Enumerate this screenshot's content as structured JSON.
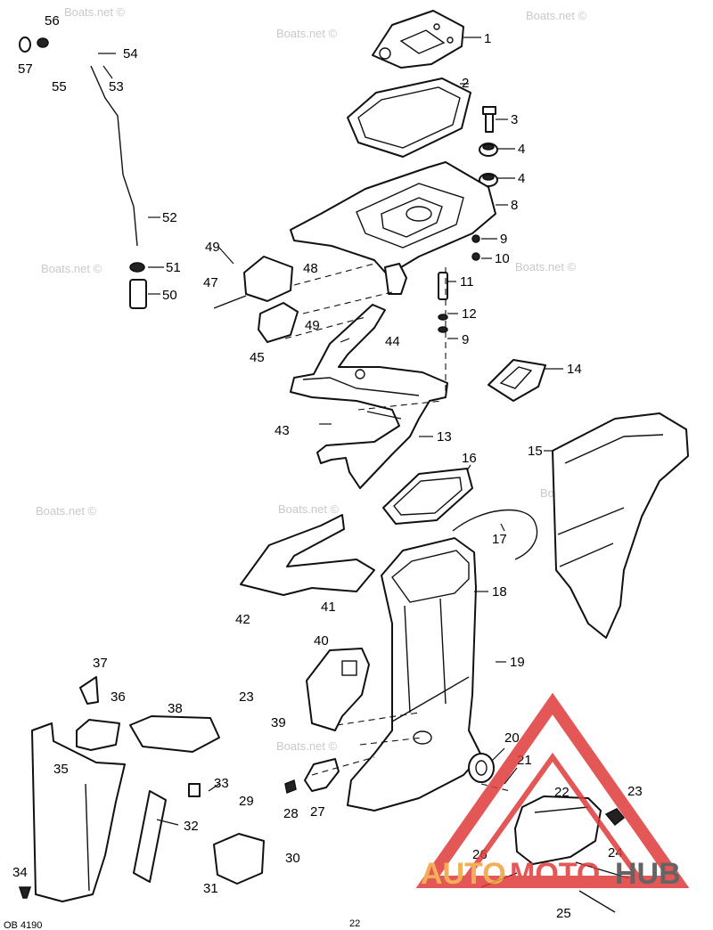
{
  "watermark": "Boats.net ©",
  "footer": {
    "code": "OB 4190",
    "page": "22"
  },
  "logo": {
    "part1": "AUTO",
    "part2": "MOTO",
    "part3": "HUB",
    "color_red": "#e03a3a",
    "color_orange": "#f2a23a",
    "color_gray": "#4a4a4a"
  },
  "callouts": [
    "1",
    "2",
    "3",
    "4",
    "4",
    "8",
    "9",
    "10",
    "11",
    "12",
    "9",
    "13",
    "14",
    "15",
    "16",
    "17",
    "18",
    "19",
    "20",
    "21",
    "22",
    "23",
    "24",
    "25",
    "26",
    "27",
    "28",
    "29",
    "30",
    "31",
    "32",
    "33",
    "34",
    "35",
    "36",
    "37",
    "38",
    "39",
    "23",
    "40",
    "41",
    "42",
    "43",
    "44",
    "45",
    "47",
    "48",
    "49",
    "49",
    "50",
    "51",
    "52",
    "53",
    "54",
    "55",
    "56",
    "57"
  ]
}
